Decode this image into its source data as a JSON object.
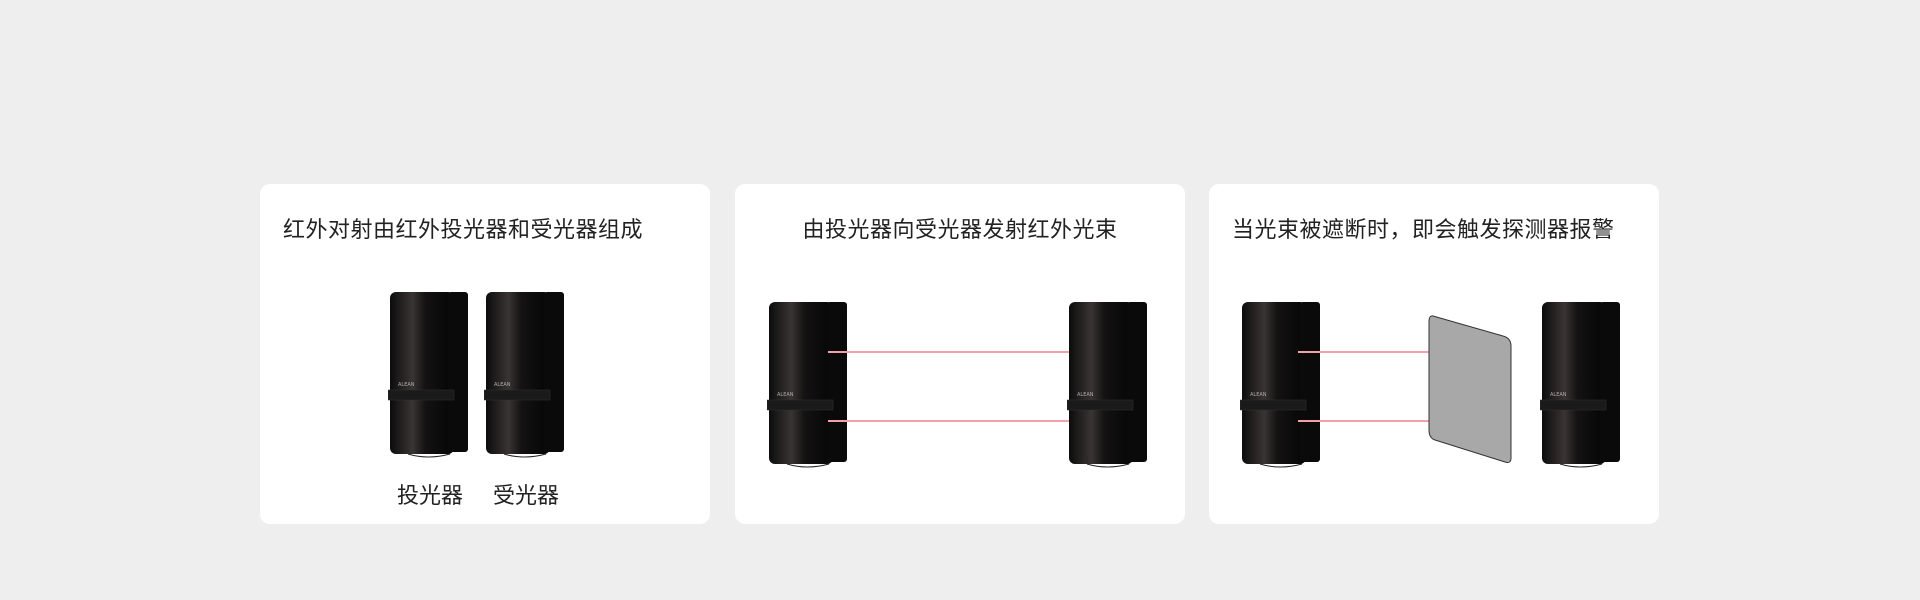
{
  "cards": [
    {
      "title": "红外对射由红外投光器和受光器组成",
      "labels": [
        "投光器",
        "受光器"
      ]
    },
    {
      "title": "由投光器向受光器发射红外光束"
    },
    {
      "title": "当光束被遮断时，即会触发探测器报警"
    }
  ],
  "brand": "ALEAN",
  "colors": {
    "background": "#eeeeee",
    "card": "#ffffff",
    "beam": "#f4a0a8",
    "obstacle": "#a8a8a8"
  }
}
